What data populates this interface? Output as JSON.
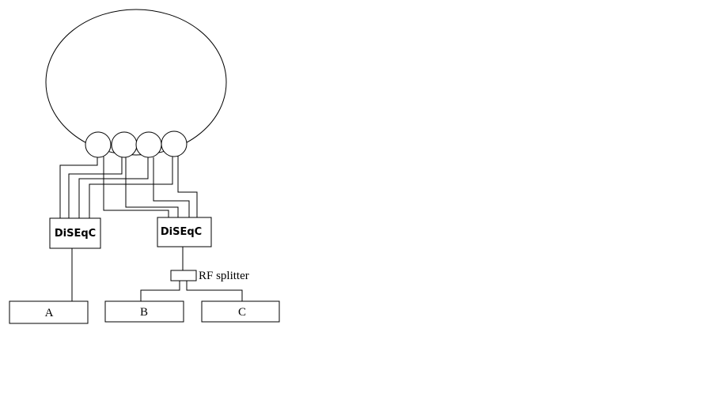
{
  "diagram": {
    "switches": [
      {
        "label": "DiSEqC"
      },
      {
        "label": "DiSEqC"
      }
    ],
    "splitter": {
      "label": "RF splitter"
    },
    "receivers": [
      {
        "label": "A"
      },
      {
        "label": "B"
      },
      {
        "label": "C"
      }
    ],
    "lnb_count": 4
  }
}
